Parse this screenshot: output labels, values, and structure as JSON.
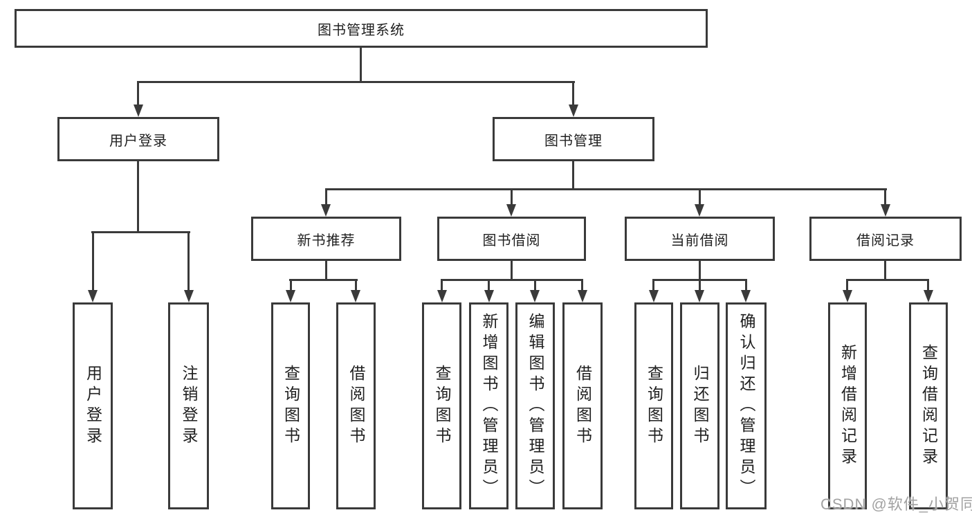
{
  "diagram": {
    "title": "图书管理系统",
    "root": {
      "label": "图书管理系统"
    },
    "branches": [
      {
        "label": "用户登录",
        "children": [
          {
            "label": "用户登录"
          },
          {
            "label": "注销登录"
          }
        ]
      },
      {
        "label": "图书管理",
        "children": [
          {
            "label": "新书推荐",
            "children": [
              {
                "label": "查询图书"
              },
              {
                "label": "借阅图书"
              }
            ]
          },
          {
            "label": "图书借阅",
            "children": [
              {
                "label": "查询图书"
              },
              {
                "label": "新增图书（管理员）"
              },
              {
                "label": "编辑图书（管理员）"
              },
              {
                "label": "借阅图书"
              }
            ]
          },
          {
            "label": "当前借阅",
            "children": [
              {
                "label": "查询图书"
              },
              {
                "label": "归还图书"
              },
              {
                "label": "确认归还（管理员）"
              }
            ]
          },
          {
            "label": "借阅记录",
            "children": [
              {
                "label": "新增借阅记录"
              },
              {
                "label": "查询借阅记录"
              }
            ]
          }
        ]
      }
    ]
  },
  "watermark": {
    "text": "CSDN @软件_小贺同学"
  },
  "colors": {
    "line": "#3a3a3a",
    "text": "#1f1f1f",
    "watermark": "#a2a2a2",
    "background": "#ffffff"
  }
}
